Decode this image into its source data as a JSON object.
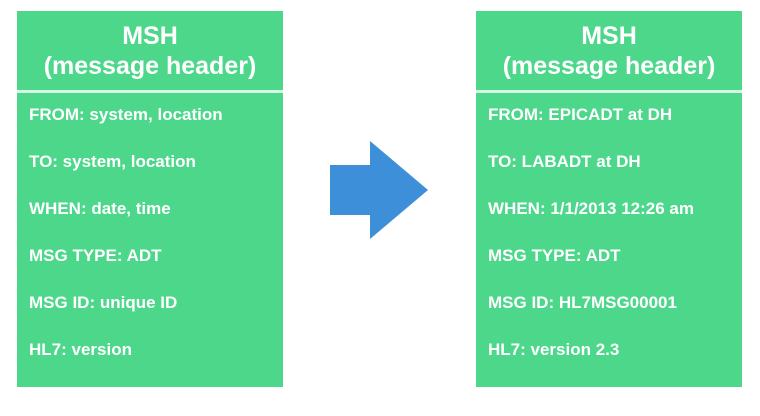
{
  "colors": {
    "card_fill": "#4cd78a",
    "card_text": "#ffffff",
    "divider": "#d6f5e4",
    "arrow_fill": "#3d8fd9"
  },
  "left_card": {
    "title_line1": "MSH",
    "title_line2": "(message header)",
    "rows": [
      "FROM: system, location",
      "TO: system, location",
      "WHEN: date, time",
      "MSG TYPE: ADT",
      "MSG ID: unique ID",
      "HL7: version"
    ]
  },
  "arrow": {
    "icon": "right-arrow-icon"
  },
  "right_card": {
    "title_line1": "MSH",
    "title_line2": "(message header)",
    "rows": [
      "FROM: EPICADT at DH",
      "TO: LABADT at DH",
      "WHEN: 1/1/2013 12:26 am",
      "MSG TYPE: ADT",
      "MSG ID: HL7MSG00001",
      "HL7: version 2.3"
    ]
  }
}
